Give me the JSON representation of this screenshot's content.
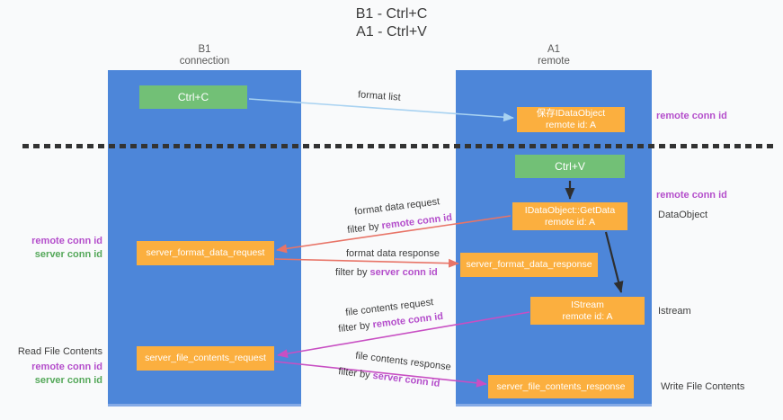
{
  "title": {
    "line1": "B1 - Ctrl+C",
    "line2": "A1 - Ctrl+V"
  },
  "lanes": {
    "left": {
      "name": "B1",
      "role": "connection"
    },
    "right": {
      "name": "A1",
      "role": "remote"
    }
  },
  "nodes": {
    "ctrl_c": {
      "label": "Ctrl+C"
    },
    "ctrl_v": {
      "label": "Ctrl+V"
    },
    "save_idataobject": {
      "line1": "保存IDataObject",
      "line2": "remote id: A"
    },
    "getdata": {
      "line1": "IDataObject::GetData",
      "line2": "remote id: A"
    },
    "istream": {
      "line1": "IStream",
      "line2": "remote id: A"
    },
    "format_request": {
      "label": "server_format_data_request"
    },
    "format_response": {
      "label": "server_format_data_response"
    },
    "file_request": {
      "label": "server_file_contents_request"
    },
    "file_response": {
      "label": "server_file_contents_response"
    }
  },
  "edges": {
    "format_list": {
      "label": "format list",
      "from": "ctrl_c",
      "to": "save_idataobject"
    },
    "format_data_request": {
      "label": "format data request",
      "filter_prefix": "filter by",
      "filter_key": "remote conn id",
      "from": "getdata",
      "to": "format_request"
    },
    "format_data_response": {
      "label": "format data response",
      "filter_prefix": "filter by",
      "filter_key": "server conn id",
      "from": "format_request",
      "to": "format_response"
    },
    "file_contents_request": {
      "label": "file contents request",
      "filter_prefix": "filter by",
      "filter_key": "remote conn id",
      "from": "istream",
      "to": "file_request"
    },
    "file_contents_response": {
      "label": "file contents response",
      "filter_prefix": "filter by",
      "filter_key": "server conn id",
      "from": "file_request",
      "to": "file_response"
    }
  },
  "annotations": {
    "right_top_remote_conn_id": "remote conn id",
    "right_mid_remote_conn_id": "remote conn id",
    "dataobject": "DataObject",
    "istream": "Istream",
    "write_file_contents": "Write File Contents",
    "left_format_remote_conn_id": "remote conn id",
    "left_format_server_conn_id": "server conn id",
    "read_file_contents": "Read File Contents",
    "left_file_remote_conn_id": "remote conn id",
    "left_file_server_conn_id": "server conn id"
  },
  "colors": {
    "lane_blue": "#4d86d9",
    "node_green": "#72c076",
    "node_orange": "#fbaf3f",
    "arrow_salmon": "#e87467",
    "arrow_magenta": "#c84fc3",
    "arrow_lightblue": "#a8d2f1",
    "arrow_black": "#2e2e2e",
    "label_purple": "#b44ecb",
    "label_green": "#55a85a"
  }
}
